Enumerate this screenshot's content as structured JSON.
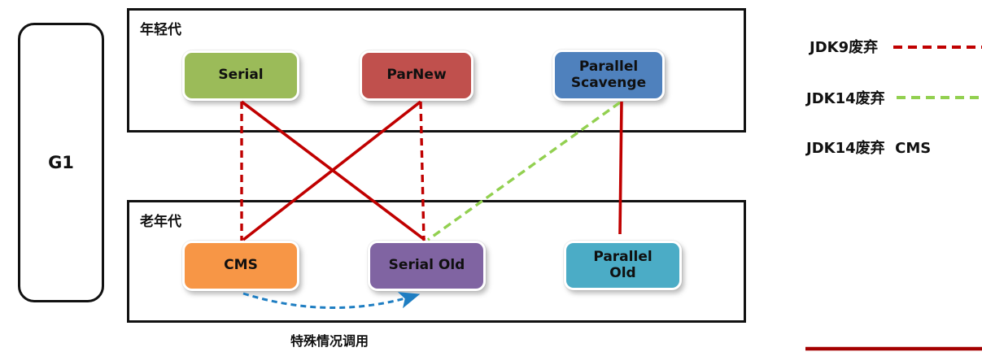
{
  "g1": {
    "label": "G1"
  },
  "young_gen": {
    "label": "年轻代",
    "collectors": [
      {
        "label": "Serial",
        "color": "#9bbb59"
      },
      {
        "label": "ParNew",
        "color": "#c0504d"
      },
      {
        "label": "Parallel\nScavenge",
        "color": "#4f81bd"
      }
    ]
  },
  "old_gen": {
    "label": "老年代",
    "collectors": [
      {
        "label": "CMS",
        "color": "#f79646"
      },
      {
        "label": "Serial Old",
        "color": "#8064a2"
      },
      {
        "label": "Parallel\nOld",
        "color": "#4bacc6"
      }
    ]
  },
  "connections": [
    {
      "from": "CMS",
      "to": "Serial",
      "style": "dashed",
      "color": "#c00000"
    },
    {
      "from": "ParNew",
      "to": "Serial Old",
      "style": "dashed",
      "color": "#c00000"
    },
    {
      "from": "Serial",
      "to": "Serial Old",
      "style": "solid",
      "color": "#c00000"
    },
    {
      "from": "ParNew",
      "to": "CMS",
      "style": "solid",
      "color": "#c00000"
    },
    {
      "from": "Parallel Scavenge",
      "to": "Serial Old",
      "style": "dashed",
      "color": "#92d050"
    },
    {
      "from": "Parallel Scavenge",
      "to": "Parallel Old",
      "style": "solid",
      "color": "#c00000"
    },
    {
      "from": "CMS",
      "to": "Serial Old",
      "style": "dashed-curve-arrow",
      "color": "#1f7ec2"
    }
  ],
  "caption": "特殊情况调用",
  "legend": {
    "items": [
      {
        "label": "JDK9废弃",
        "line": "dashed",
        "color": "#c00000"
      },
      {
        "label": "JDK14废弃",
        "line": "dashed",
        "color": "#92d050"
      },
      {
        "label": "JDK14废弃  CMS",
        "line": "none"
      }
    ],
    "bottom_line": {
      "style": "solid",
      "color": "#a40000"
    }
  },
  "colors": {
    "line_red": "#c00000",
    "line_green": "#92d050",
    "line_blue": "#1f7ec2",
    "legend_solid_red": "#a40000"
  }
}
